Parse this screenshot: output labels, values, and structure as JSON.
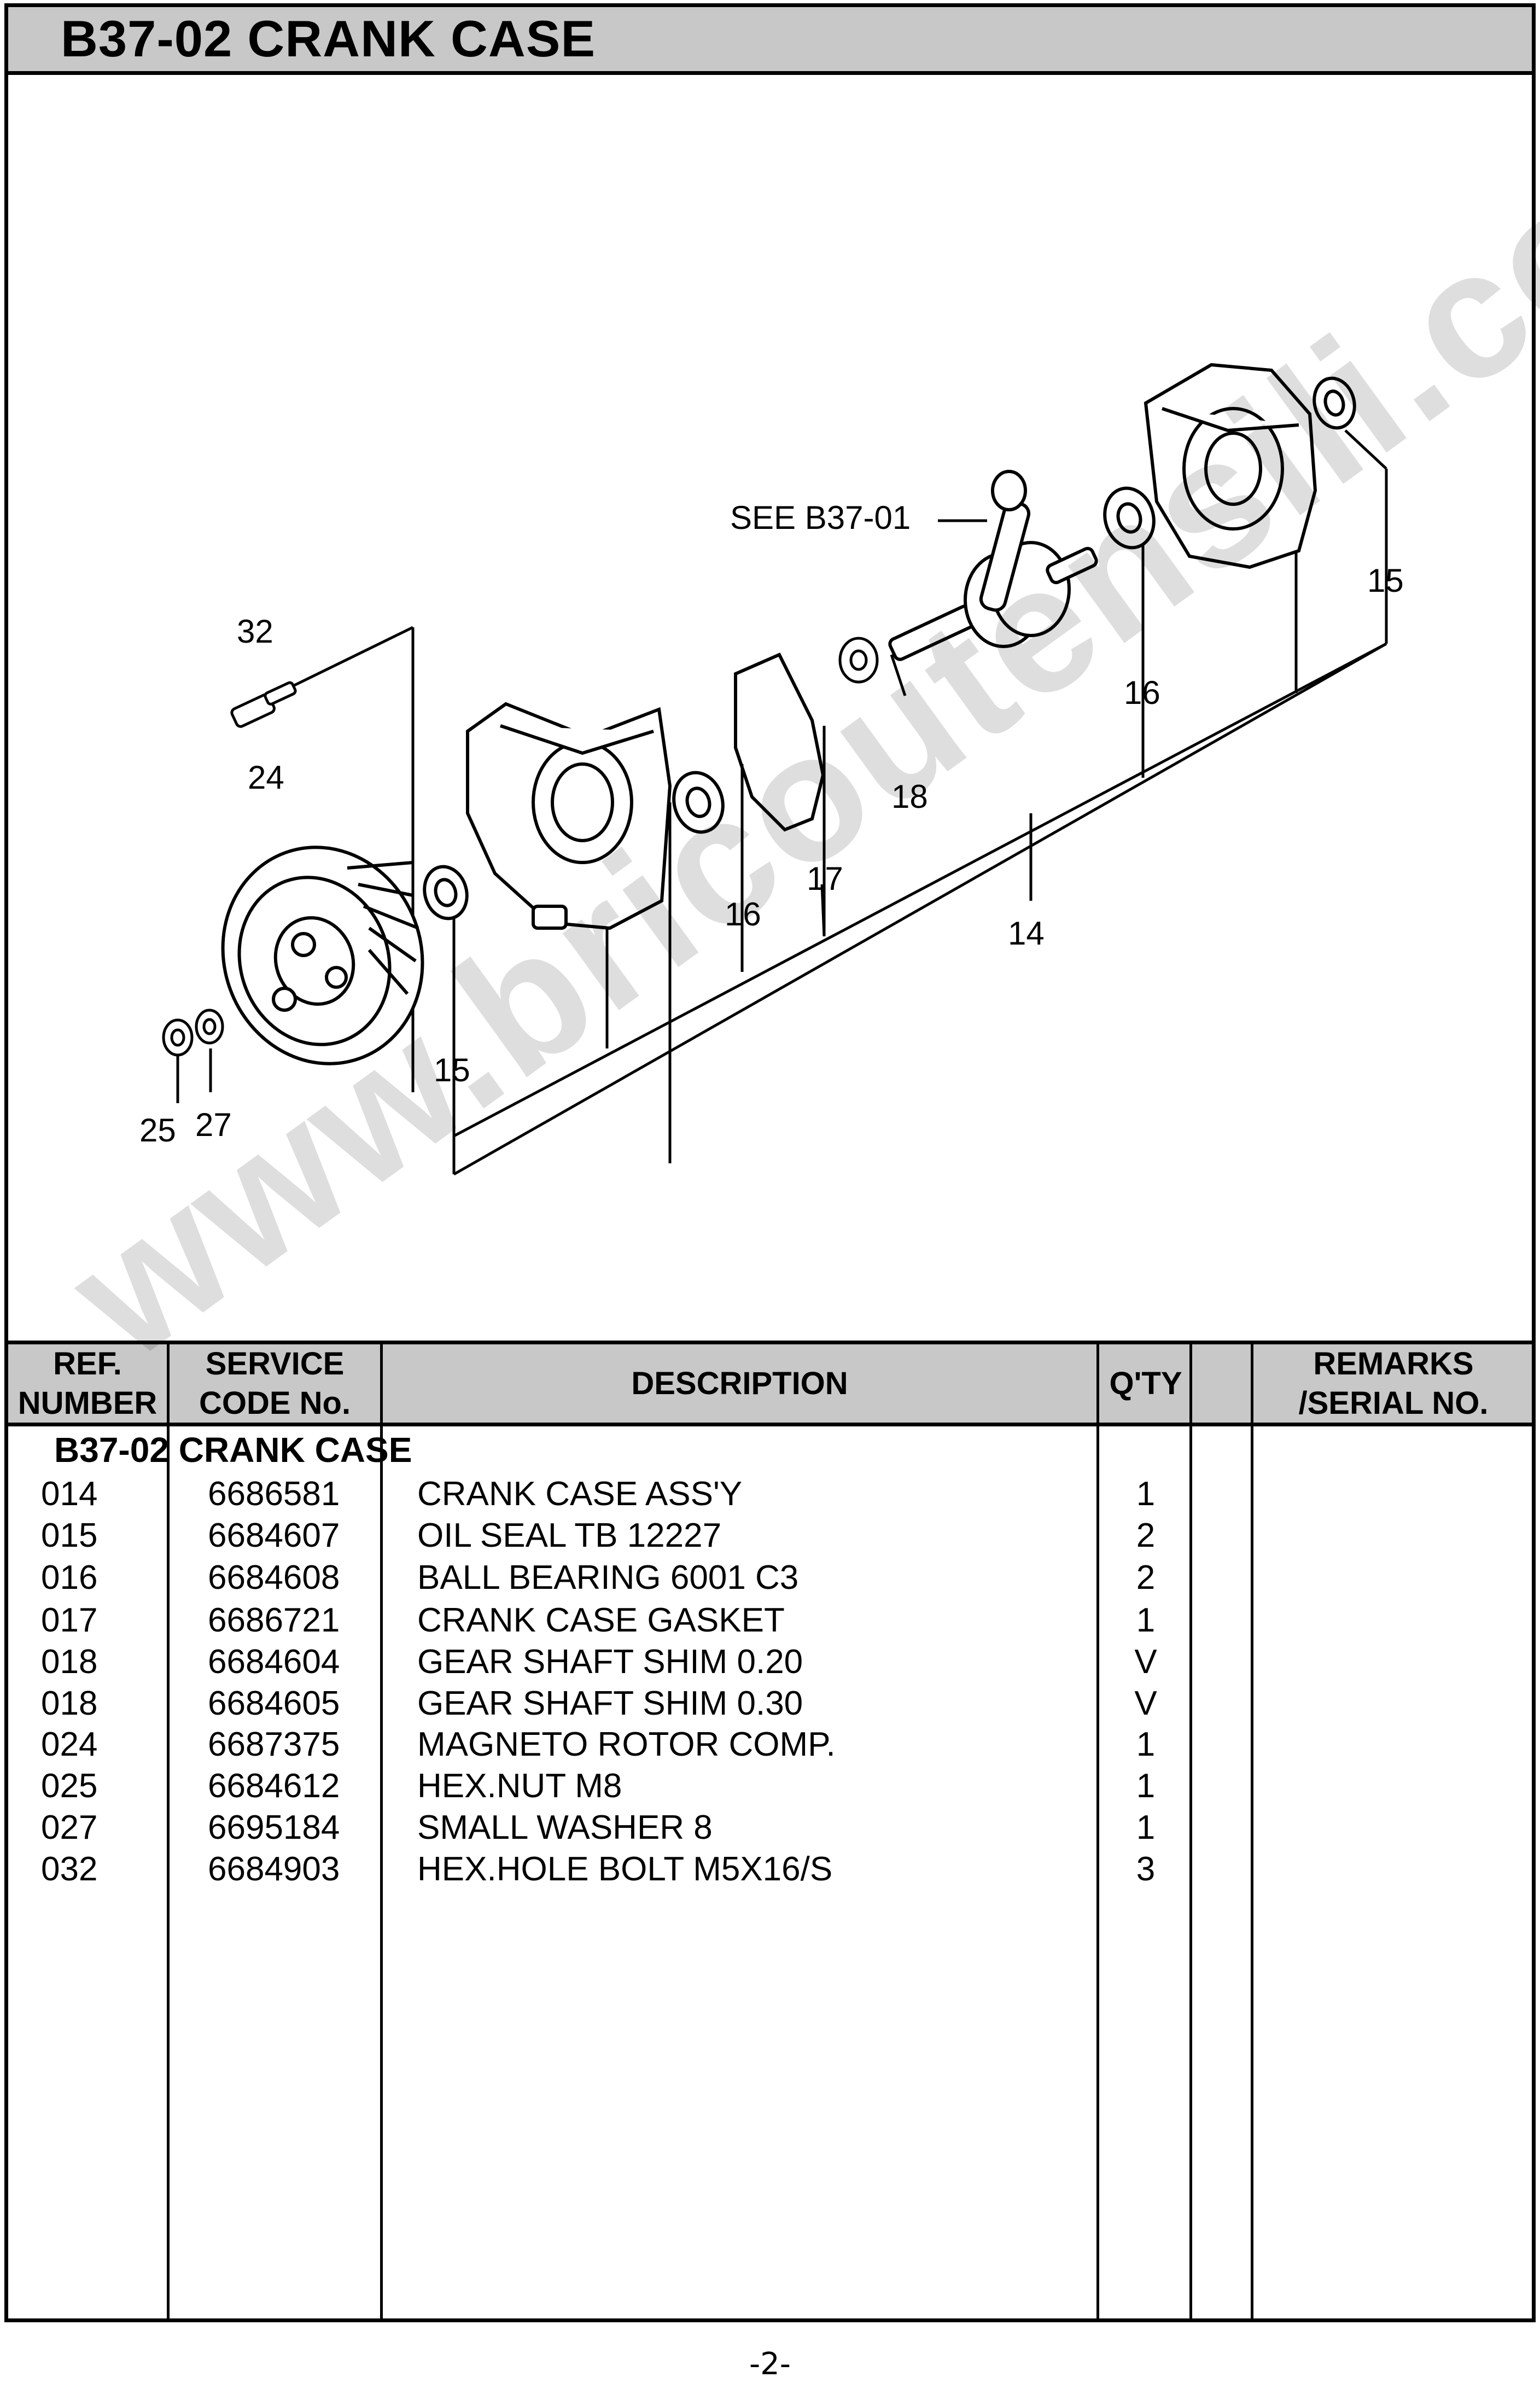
{
  "title": "B37-02 CRANK CASE",
  "diagram": {
    "callouts": [
      "32",
      "24",
      "25",
      "27",
      "15",
      "16",
      "17",
      "14",
      "18",
      "16",
      "15"
    ],
    "see_label": "SEE B37-01"
  },
  "table": {
    "headers": {
      "ref": "REF.\nNUMBER",
      "code": "SERVICE\nCODE No.",
      "description": "DESCRIPTION",
      "qty": "Q'TY",
      "remarks": "REMARKS\n/SERIAL NO."
    },
    "section_title": "B37-02 CRANK CASE",
    "rows": [
      {
        "ref": "014",
        "code": "6686581",
        "description": "CRANK CASE ASS'Y",
        "qty": "1"
      },
      {
        "ref": "015",
        "code": "6684607",
        "description": "OIL SEAL TB 12227",
        "qty": "2"
      },
      {
        "ref": "016",
        "code": "6684608",
        "description": "BALL BEARING 6001 C3",
        "qty": "2"
      },
      {
        "ref": "017",
        "code": "6686721",
        "description": "CRANK CASE GASKET",
        "qty": "1"
      },
      {
        "ref": "018",
        "code": "6684604",
        "description": "GEAR SHAFT SHIM 0.20",
        "qty": "V"
      },
      {
        "ref": "018",
        "code": "6684605",
        "description": "GEAR SHAFT SHIM 0.30",
        "qty": "V"
      },
      {
        "ref": "024",
        "code": "6687375",
        "description": "MAGNETO ROTOR COMP.",
        "qty": "1"
      },
      {
        "ref": "025",
        "code": "6684612",
        "description": "HEX.NUT M8",
        "qty": "1"
      },
      {
        "ref": "027",
        "code": "6695184",
        "description": "SMALL WASHER 8",
        "qty": "1"
      },
      {
        "ref": "032",
        "code": "6684903",
        "description": "HEX.HOLE BOLT M5X16/S",
        "qty": "3"
      }
    ]
  },
  "watermark": "www.bricoutensili.com",
  "page_number": "-2-"
}
